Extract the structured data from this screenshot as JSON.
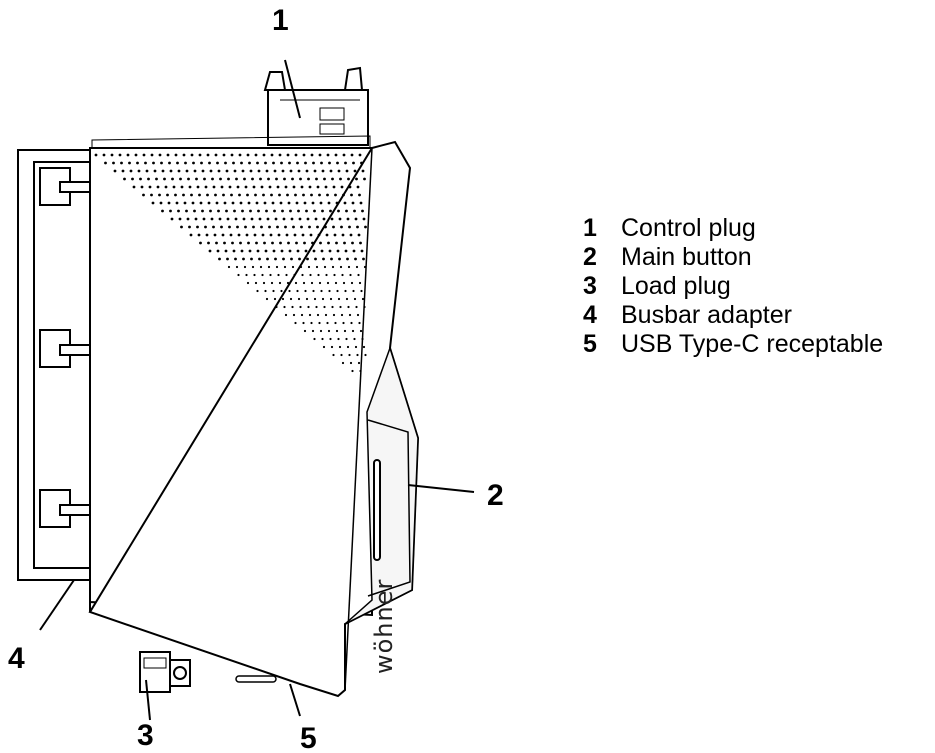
{
  "callouts": [
    {
      "number": "1",
      "label": "Control plug"
    },
    {
      "number": "2",
      "label": "Main button"
    },
    {
      "number": "3",
      "label": "Load plug"
    },
    {
      "number": "4",
      "label": "Busbar adapter"
    },
    {
      "number": "5",
      "label": "USB Type-C receptable"
    }
  ],
  "device": {
    "brand": "wöhner"
  }
}
